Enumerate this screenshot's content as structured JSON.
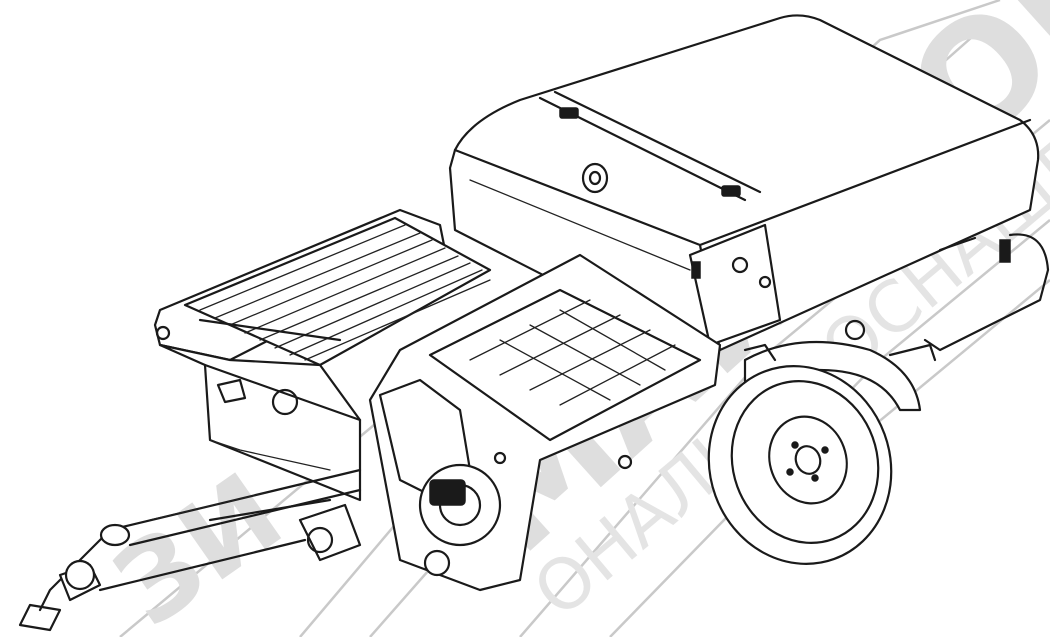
{
  "image": {
    "subject": "plaster-pump-trailer-icon",
    "colors": {
      "ink": "#1a1a1a",
      "watermark": "#d9d9d9",
      "background": "#ffffff"
    }
  },
  "watermark": {
    "main_text": "МАЙСТОР",
    "secondary_text": "ОНАЛЬНЕ ОСНАЩЕННЯ",
    "corner_text": "ЗИ"
  }
}
